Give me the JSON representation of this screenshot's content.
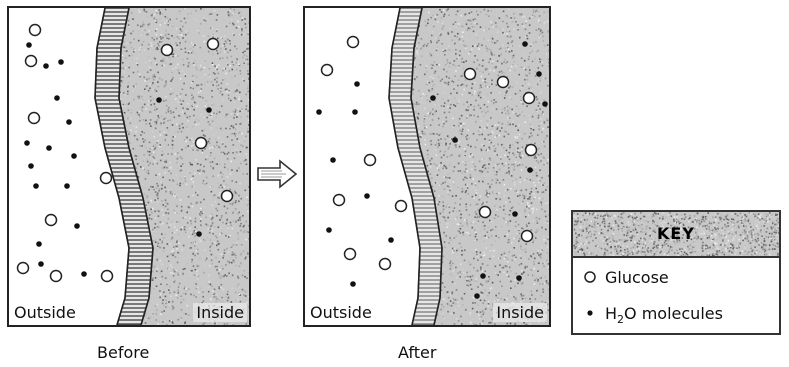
{
  "panels": {
    "before": {
      "outside_label": "Outside",
      "inside_label": "Inside",
      "caption": "Before"
    },
    "after": {
      "outside_label": "Outside",
      "inside_label": "Inside",
      "caption": "After"
    }
  },
  "key": {
    "title": "KEY",
    "glucose_label": "Glucose",
    "water_label_prefix": "H",
    "water_label_subscript": "2",
    "water_label_suffix": "O molecules"
  },
  "colors": {
    "border": "#222222",
    "inside_texture": "#bdbdbd",
    "membrane": "#555555"
  },
  "icons": {
    "glucose": "open-circle-icon",
    "water": "filled-dot-icon",
    "arrow": "right-arrow-icon"
  }
}
